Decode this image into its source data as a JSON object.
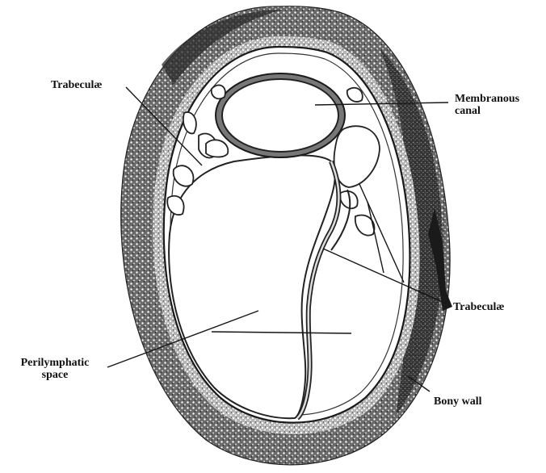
{
  "figure": {
    "labels": {
      "trabeculae_top": "Trabeculæ",
      "membranous_canal_line1": "Membranous",
      "membranous_canal_line2": "canal",
      "trabeculae_right": "Trabeculæ",
      "perilymphatic_line1": "Perilymphatic",
      "perilymphatic_line2": "space",
      "bony_wall": "Bony wall"
    },
    "colors": {
      "ink": "#151515",
      "bone_dark": "#3a3a3a",
      "bone_speckle": "#1e1e1e",
      "paper": "#ffffff"
    }
  }
}
